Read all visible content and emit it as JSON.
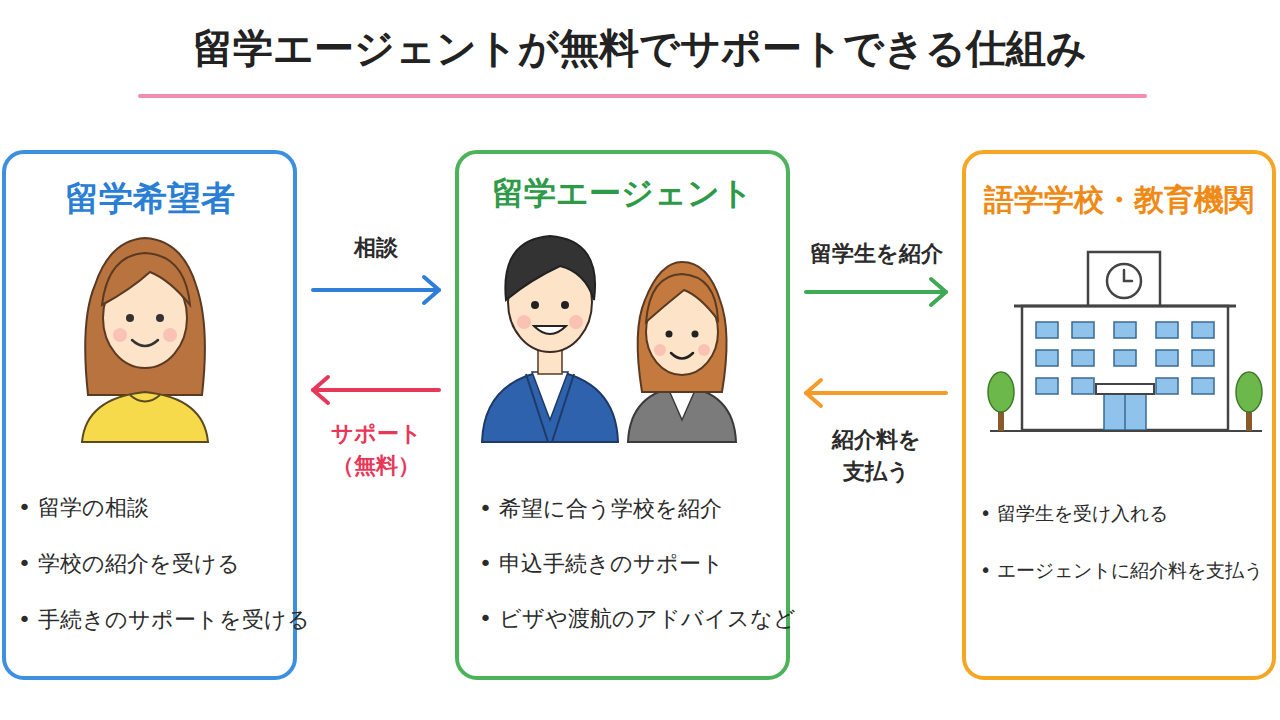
{
  "diagram": {
    "title": "留学エージェントが無料でサポートできる仕組み",
    "nodes": [
      {
        "text": [
          "留学希望者",
          "• 留学の相談",
          "• 学校の紹介を受ける",
          "• 手続きのサポートを受ける"
        ]
      },
      {
        "text": [
          "留学エージェント",
          "• 希望に合う学校を紹介",
          "• 申込手続きのサポート",
          "• ビザや渡航のアドバイスなど"
        ]
      },
      {
        "text": [
          "語学学校・教育機関",
          "• 留学生を受け入れる",
          "• エージェントに紹介料を支払う"
        ]
      }
    ],
    "edges": [
      {
        "from": 0,
        "to": 1,
        "label": "相談",
        "arrow": "to"
      },
      {
        "from": 1,
        "to": 0,
        "label": "サポート （無料）",
        "arrow": "to"
      },
      {
        "from": 1,
        "to": 2,
        "label": "留学生を紹介",
        "arrow": "to"
      },
      {
        "from": 2,
        "to": 1,
        "label": "紹介料を 支払う",
        "arrow": "to"
      }
    ]
  }
}
